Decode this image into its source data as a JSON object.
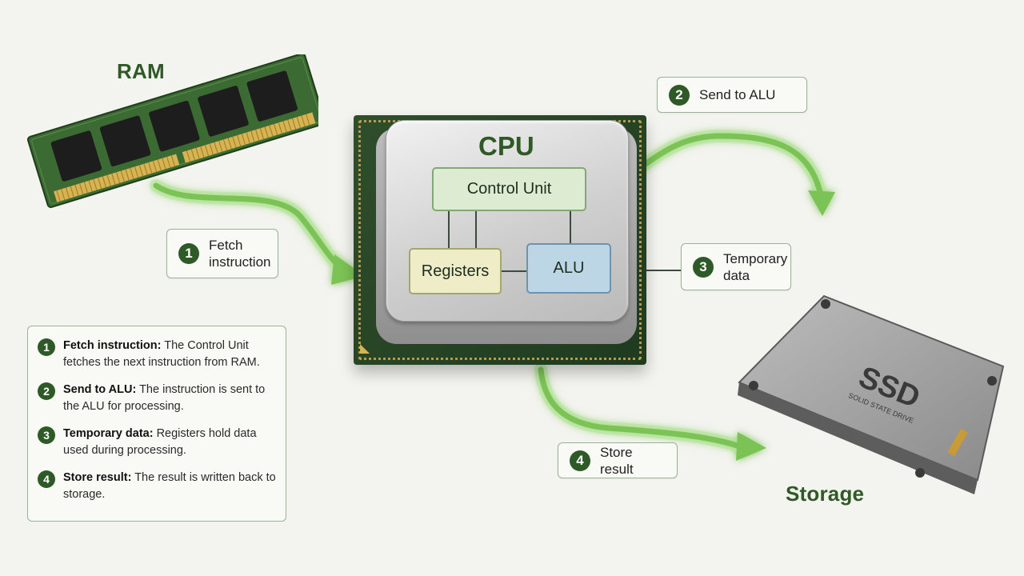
{
  "labels": {
    "ram": "RAM",
    "cpu": "CPU",
    "storage": "Storage",
    "ssd_main": "SSD",
    "ssd_sub": "SOLID STATE DRIVE"
  },
  "cpu_blocks": {
    "control_unit": "Control Unit",
    "registers": "Registers",
    "alu": "ALU"
  },
  "callouts": [
    {
      "num": "1",
      "text": "Fetch instruction"
    },
    {
      "num": "2",
      "text": "Send to ALU"
    },
    {
      "num": "3",
      "text": "Temporary data"
    },
    {
      "num": "4",
      "text": "Store result"
    }
  ],
  "legend": [
    {
      "num": "1",
      "title": "Fetch instruction:",
      "body": "The Control Unit fetches the next instruction from RAM."
    },
    {
      "num": "2",
      "title": "Send to ALU:",
      "body": "The instruction is sent to the ALU for processing."
    },
    {
      "num": "3",
      "title": "Temporary data:",
      "body": "Registers hold data used during processing."
    },
    {
      "num": "4",
      "title": "Store result:",
      "body": "The result is written back to storage."
    }
  ],
  "colors": {
    "accent_green": "#2d5a27",
    "arrow_glow": "#8fd16b",
    "control_unit_fill": "#dcebd1",
    "registers_fill": "#efecc8",
    "alu_fill": "#bcd6e6"
  }
}
